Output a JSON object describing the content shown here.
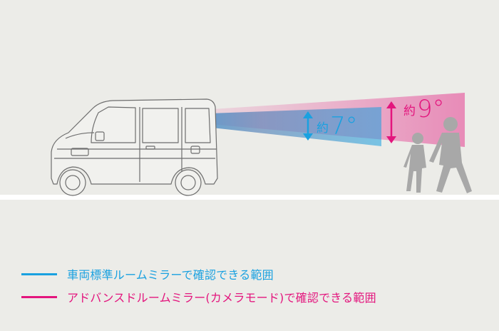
{
  "labels": {
    "standard_angle_prefix": "約",
    "standard_angle_value": "7°",
    "advanced_angle_prefix": "約",
    "advanced_angle_value": "9°"
  },
  "legend": [
    {
      "label": "車両標準ルームミラーで確認できる範囲",
      "color": "#1aa1e0"
    },
    {
      "label": "アドバンスドルームミラー(カメラモード)で確認できる範囲",
      "color": "#e3157d"
    }
  ],
  "colors": {
    "standard_view": "#1aa1e0",
    "advanced_view": "#e3157d",
    "background": "#ecece8",
    "ground": "#ffffff",
    "silhouette": "#a8a8a8"
  }
}
